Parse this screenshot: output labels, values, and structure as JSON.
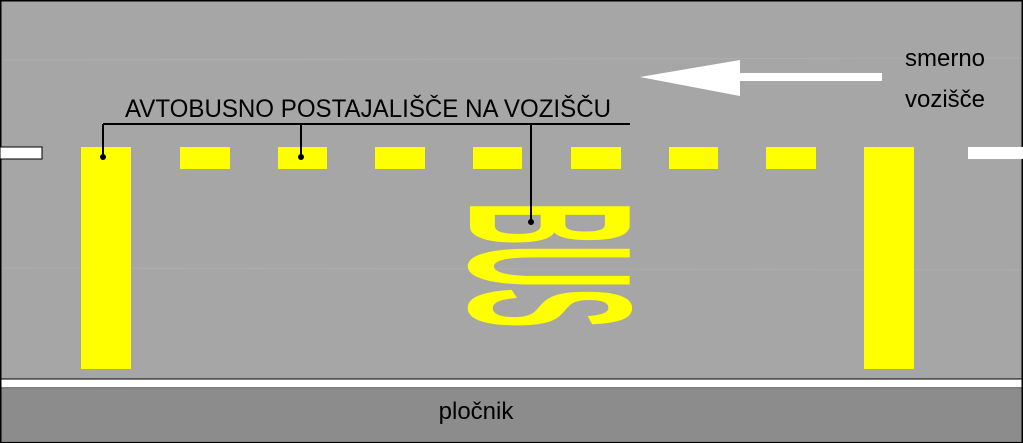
{
  "labels": {
    "bus_stop": "AVTOBUSNO POSTAJALIŠČE NA VOZIŠČU",
    "direction_line1": "smerno",
    "direction_line2": "vozišče",
    "sidewalk": "pločnik",
    "bus_marking": "BUS"
  },
  "colors": {
    "road": "#a6a6a6",
    "sidewalk": "#8c8c8c",
    "marking_yellow": "#ffff00",
    "marking_white": "#ffffff",
    "outline": "#000000"
  },
  "icons": [
    "direction-arrow-icon"
  ]
}
